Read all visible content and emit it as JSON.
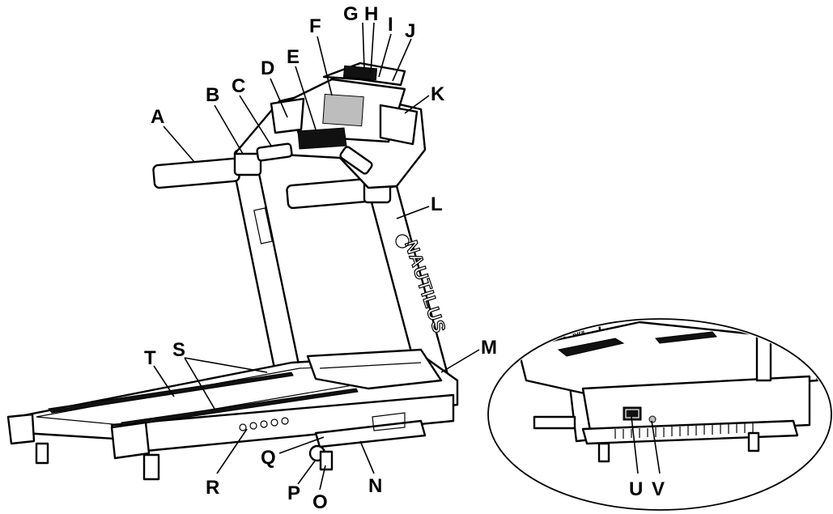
{
  "diagram": {
    "brand_text": "NAUTILUS",
    "inset_brand_text": "SULL",
    "labels": [
      "A",
      "B",
      "C",
      "D",
      "E",
      "F",
      "G",
      "H",
      "I",
      "J",
      "K",
      "L",
      "M",
      "N",
      "O",
      "P",
      "Q",
      "R",
      "S",
      "T",
      "U",
      "V"
    ]
  }
}
